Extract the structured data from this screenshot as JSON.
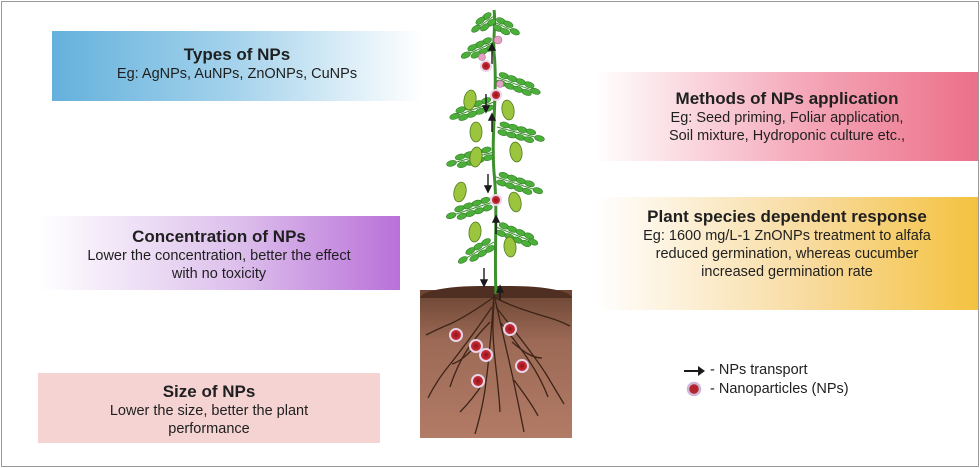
{
  "types": {
    "title": "Types of NPs",
    "body": "Eg: AgNPs, AuNPs, ZnONPs, CuNPs",
    "color": "#64b1dc"
  },
  "concentration": {
    "title": "Concentration of NPs",
    "body": "Lower the concentration, better the effect\nwith no toxicity",
    "color": "#b971d9"
  },
  "size": {
    "title": "Size of NPs",
    "body": "Lower the size, better the plant\nperformance",
    "color": "#f5d3d3"
  },
  "methods": {
    "title": "Methods of NPs application",
    "body": "Eg: Seed priming, Foliar application,\nSoil mixture, Hydroponic culture etc.,",
    "color": "#ec7089"
  },
  "species": {
    "title": "Plant species dependent response",
    "body": "Eg: 1600 mg/L-1 ZnONPs treatment to alfafa\nreduced germination, whereas cucumber\nincreased germination rate",
    "color": "#f4c23f"
  },
  "legend": {
    "transport": "- NPs transport",
    "nanoparticles": "- Nanoparticles (NPs)"
  },
  "icons": {
    "transport": "arrow-icon",
    "nanoparticle": "nanoparticle-icon",
    "plant": "plant-icon"
  },
  "colors": {
    "leaf": "#4caf3a",
    "pod": "#9bc53d",
    "nanoparticle": "#b3252c",
    "soil": "#9c6a56"
  }
}
